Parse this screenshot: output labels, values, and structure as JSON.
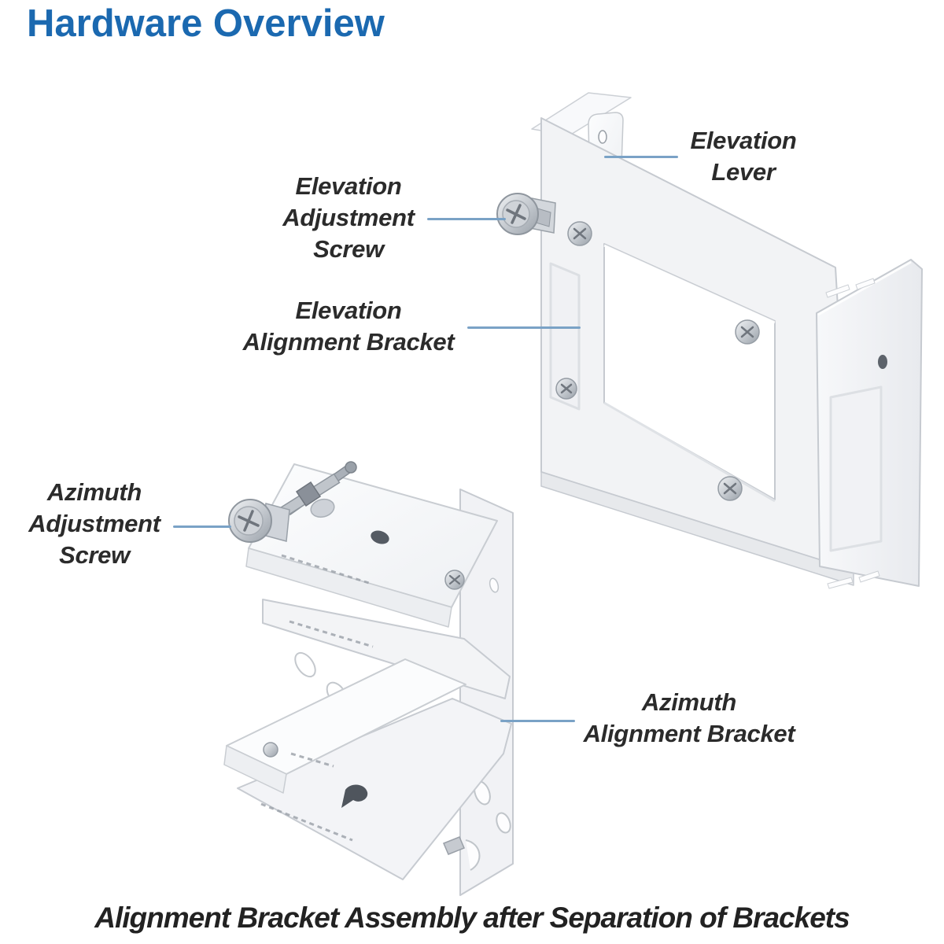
{
  "title": {
    "text": "Hardware Overview"
  },
  "labels": {
    "elevation_adjustment_screw": "Elevation\nAdjustment\nScrew",
    "elevation_lever": "Elevation\nLever",
    "elevation_alignment_bracket": "Elevation\nAlignment Bracket",
    "azimuth_adjustment_screw": "Azimuth\nAdjustment\nScrew",
    "azimuth_alignment_bracket": "Azimuth\nAlignment Bracket"
  },
  "caption": {
    "text": "Alignment Bracket Assembly after Separation of Brackets"
  },
  "colors": {
    "title_blue": "#1b69b0",
    "label_text": "#2b2b2b",
    "leader_line": "#7aa2c6",
    "bracket_fill": "#f2f3f5",
    "bracket_edge": "#c6cad0",
    "metal_screw": "#b7bcc4",
    "dark_hole": "#555b63",
    "background": "#ffffff"
  },
  "illustrations": {
    "top_right": "elevation-alignment-bracket-drawing",
    "bottom_left": "azimuth-alignment-bracket-drawing"
  }
}
